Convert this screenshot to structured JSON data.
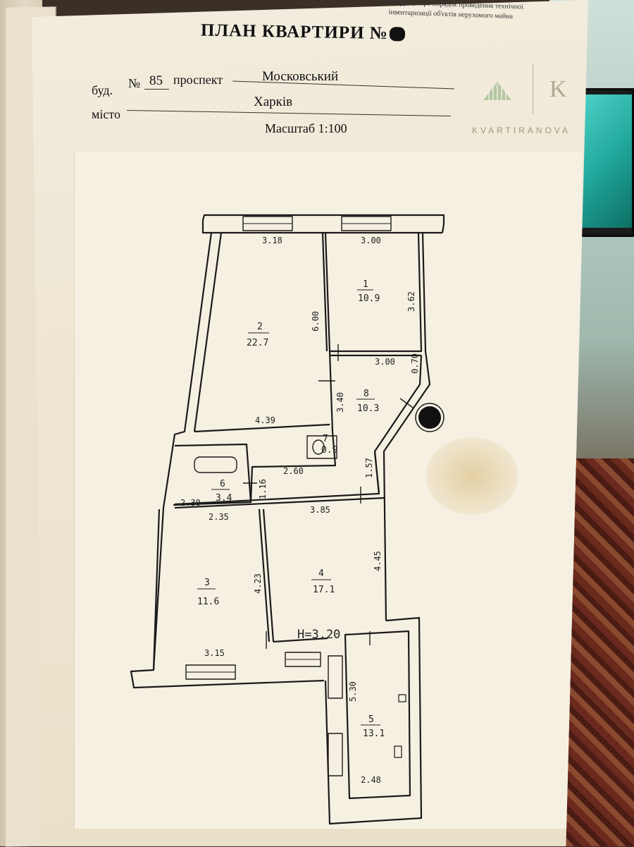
{
  "header": {
    "reference_note": [
      "до Інструкції про порядок проведення технічної",
      "інвентаризації об'єктів нерухомого майна"
    ],
    "title": "ПЛАН КВАРТИРИ №",
    "building_label": "буд.",
    "number_sign": "№",
    "building_number": "85",
    "street_type": "проспект",
    "street_name": "Московський",
    "city_label": "місто",
    "city": "Харків",
    "scale": "Масштаб 1:100"
  },
  "watermark": {
    "letter": "K",
    "brand": "KVARTIRANOVA"
  },
  "plan": {
    "rooms": [
      {
        "number": "1",
        "area": "10.9"
      },
      {
        "number": "2",
        "area": "22.7"
      },
      {
        "number": "3",
        "area": "11.6"
      },
      {
        "number": "4",
        "area": "17.1"
      },
      {
        "number": "5",
        "area": "13.1"
      },
      {
        "number": "6",
        "area": "3.4"
      },
      {
        "number": "7",
        "area": "0.9"
      },
      {
        "number": "8",
        "area": "10.3"
      }
    ],
    "dimensions": {
      "r2_top": "3.18",
      "r1_top": "3.00",
      "r2_side": "6.00",
      "r1_side": "3.62",
      "r8_top": "3.00",
      "r8_corner": "0.70",
      "r8_side": "3.40",
      "r2_bottom": "4.39",
      "hall_bottom": "2.60",
      "hall_side": "1.57",
      "r6_side": "1.16",
      "r6_bottom": "2.30",
      "r3_top": "2.35",
      "r4_top": "3.85",
      "r3_side": "4.23",
      "r4_side": "4.45",
      "r3_bottom": "3.15",
      "r5_side": "5.30",
      "r5_bottom": "2.48"
    },
    "ceiling_height": "H=3.20"
  }
}
